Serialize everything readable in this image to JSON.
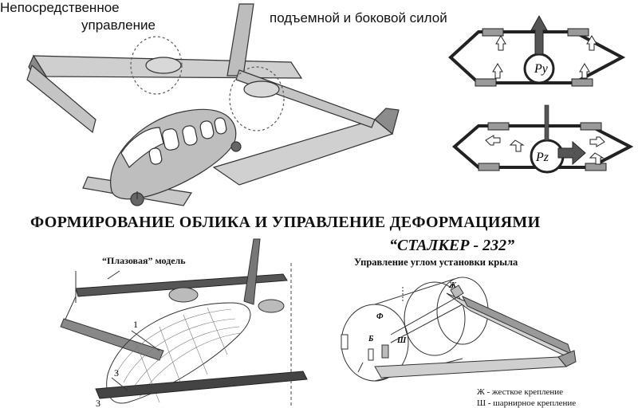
{
  "captions": {
    "direct_line1": "Непосредственное",
    "direct_line2": "управление",
    "lift_side_force": "подъемной и боковой силой"
  },
  "forces": {
    "lift": "Py",
    "side": "Pz"
  },
  "title": "ФОРМИРОВАНИЕ  ОБЛИКА И УПРАВЛЕНИЕ ДЕФОРМАЦИЯМИ",
  "subtitle": "“СТАЛКЕР - 232”",
  "wing_angle_control": "Управление углом  установки крыла",
  "plaz_model": "“Плазовая” модель",
  "callouts": [
    "1",
    "3",
    "3"
  ],
  "fuselage_labels": [
    "Ж",
    "Ф",
    "Б",
    "Ш"
  ],
  "legend": {
    "rigid": "Ж - жесткое крепление",
    "hinged": "Ш - шарнирное крепление"
  },
  "colors": {
    "fill_gray": "#c8c8c8",
    "dark_gray": "#707070",
    "line": "#222222"
  }
}
